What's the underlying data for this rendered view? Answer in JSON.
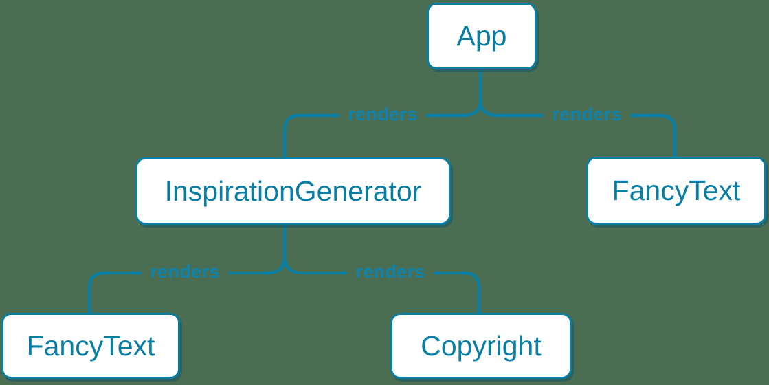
{
  "diagram": {
    "type": "tree",
    "description": "React render tree",
    "nodes": [
      {
        "id": "app",
        "label": "App"
      },
      {
        "id": "inspiration-generator",
        "label": "InspirationGenerator"
      },
      {
        "id": "fancy-text-right",
        "label": "FancyText"
      },
      {
        "id": "fancy-text-left",
        "label": "FancyText"
      },
      {
        "id": "copyright",
        "label": "Copyright"
      }
    ],
    "edges": [
      {
        "from": "App",
        "to": "InspirationGenerator",
        "label": "renders"
      },
      {
        "from": "App",
        "to": "FancyText",
        "label": "renders"
      },
      {
        "from": "InspirationGenerator",
        "to": "FancyText",
        "label": "renders"
      },
      {
        "from": "InspirationGenerator",
        "to": "Copyright",
        "label": "renders"
      }
    ],
    "colors": {
      "background": "#4b6e53",
      "stroke": "#087ea4",
      "node_bg": "#ffffff",
      "edge_label_color": "#0f83ad",
      "shadow": "rgba(10,79,107,0.45)"
    }
  }
}
